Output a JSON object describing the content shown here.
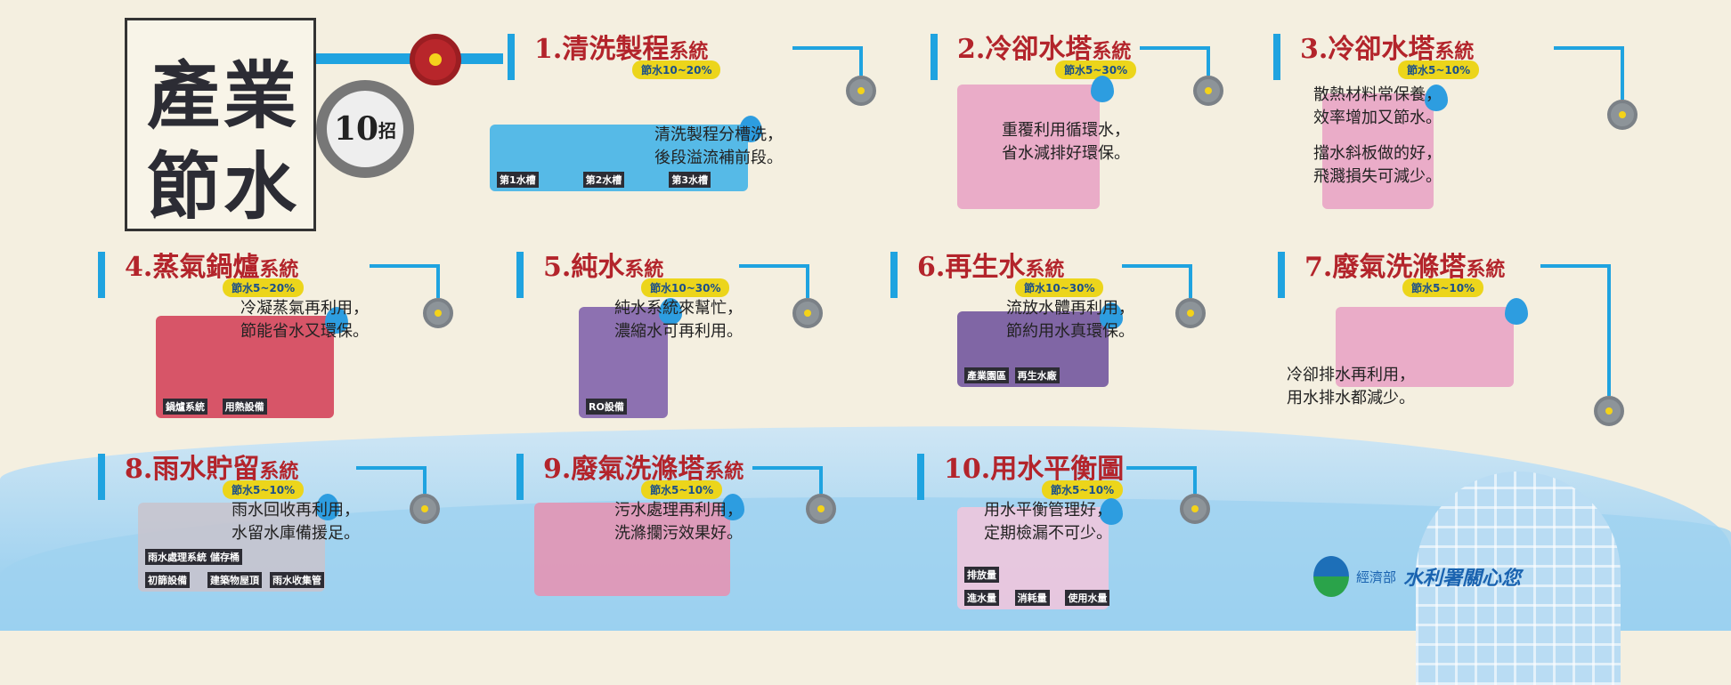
{
  "poster": {
    "title_line1": "產業",
    "title_line2": "節水",
    "badge_num": "10",
    "badge_unit": "招"
  },
  "items": [
    {
      "num": "1.",
      "name": "清洗製程",
      "suffix": "系統",
      "saving": "節水10~20%",
      "desc": [
        "清洗製程分槽洗，",
        "後段溢流補前段。"
      ],
      "labels": [
        "第1水槽",
        "第2水槽",
        "第3水槽"
      ]
    },
    {
      "num": "2.",
      "name": "冷卻水塔",
      "suffix": "系統",
      "saving": "節水5~30%",
      "desc": [
        "重覆利用循環水，",
        "省水減排好環保。"
      ],
      "labels": []
    },
    {
      "num": "3.",
      "name": "冷卻水塔",
      "suffix": "系統",
      "saving": "節水5~10%",
      "desc": [
        "散熱材料常保養，",
        "效率增加又節水。",
        "擋水斜板做的好，",
        "飛濺損失可減少。"
      ],
      "labels": []
    },
    {
      "num": "4.",
      "name": "蒸氣鍋爐",
      "suffix": "系統",
      "saving": "節水5~20%",
      "desc": [
        "冷凝蒸氣再利用，",
        "節能省水又環保。"
      ],
      "labels": [
        "鍋爐系統",
        "用熱設備"
      ]
    },
    {
      "num": "5.",
      "name": "純水",
      "suffix": "系統",
      "saving": "節水10~30%",
      "desc": [
        "純水系統來幫忙，",
        "濃縮水可再利用。"
      ],
      "labels": [
        "RO設備"
      ]
    },
    {
      "num": "6.",
      "name": "再生水",
      "suffix": "系統",
      "saving": "節水10~30%",
      "desc": [
        "流放水體再利用，",
        "節約用水真環保。"
      ],
      "labels": [
        "產業園區",
        "再生水廠"
      ]
    },
    {
      "num": "7.",
      "name": "廢氣洗滌塔",
      "suffix": "系統",
      "saving": "節水5~10%",
      "desc": [
        "冷卻排水再利用，",
        "用水排水都減少。"
      ],
      "labels": []
    },
    {
      "num": "8.",
      "name": "雨水貯留",
      "suffix": "系統",
      "saving": "節水5~10%",
      "desc": [
        "雨水回收再利用，",
        "水留水庫備援足。"
      ],
      "labels": [
        "初篩設備",
        "建築物屋頂",
        "雨水收集管",
        "雨水處理系統",
        "儲存桶"
      ]
    },
    {
      "num": "9.",
      "name": "廢氣洗滌塔",
      "suffix": "系統",
      "saving": "節水5~10%",
      "desc": [
        "污水處理再利用，",
        "洗滌攔污效果好。"
      ],
      "labels": []
    },
    {
      "num": "10.",
      "name": "用水平衡圖",
      "suffix": "",
      "saving": "節水5~10%",
      "desc": [
        "用水平衡管理好，",
        "定期檢漏不可少。"
      ],
      "labels": [
        "進水量",
        "消耗量",
        "使用水量",
        "排放量"
      ]
    }
  ],
  "footer": {
    "ministry": "經濟部",
    "agency": "水利署關心您"
  },
  "colors": {
    "title_red": "#b3242b",
    "pipe_blue": "#1fa3e0",
    "badge_yellow": "#ecd51b"
  }
}
